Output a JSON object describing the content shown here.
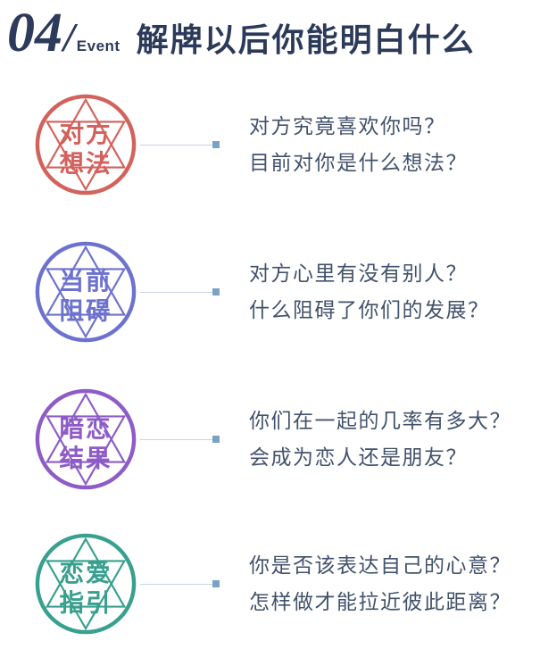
{
  "header": {
    "number": "04",
    "slash": "/",
    "event_label": "Event",
    "title": "解牌以后你能明白什么"
  },
  "colors": {
    "title_navy": "#2d3a5c",
    "question_text": "#42526b",
    "connector_line": "#c8d3e0",
    "connector_dot": "#7ba1c6"
  },
  "items": [
    {
      "badge_line1": "对方",
      "badge_line2": "想法",
      "color": "#d3625c",
      "question1": "对方究竟喜欢你吗？",
      "question2": "目前对你是什么想法？"
    },
    {
      "badge_line1": "当前",
      "badge_line2": "阻碍",
      "color": "#6d72ce",
      "question1": "对方心里有没有别人？",
      "question2": "什么阻碍了你们的发展？"
    },
    {
      "badge_line1": "暗恋",
      "badge_line2": "结果",
      "color": "#8d5cc7",
      "question1": "你们在一起的几率有多大？",
      "question2": "会成为恋人还是朋友？"
    },
    {
      "badge_line1": "恋爱",
      "badge_line2": "指引",
      "color": "#38a08e",
      "question1": "你是否该表达自己的心意？",
      "question2": "怎样做才能拉近彼此距离？"
    }
  ]
}
